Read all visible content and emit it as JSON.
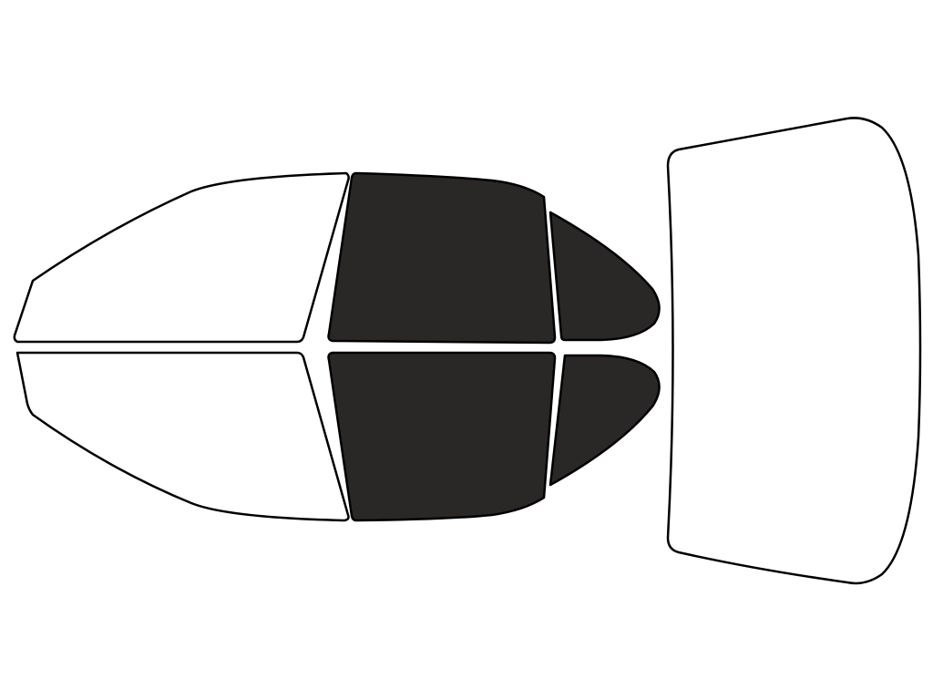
{
  "colors": {
    "background": "#ffffff",
    "outline": "#000000",
    "clear": "#ffffff",
    "tinted": "#2a2727"
  },
  "windows": [
    {
      "id": "front-left-door",
      "tinted": false
    },
    {
      "id": "front-right-door",
      "tinted": false
    },
    {
      "id": "rear-left-door",
      "tinted": true
    },
    {
      "id": "rear-right-door",
      "tinted": true
    },
    {
      "id": "rear-left-quarter",
      "tinted": true
    },
    {
      "id": "rear-right-quarter",
      "tinted": true
    },
    {
      "id": "rear-windshield",
      "tinted": false
    }
  ]
}
